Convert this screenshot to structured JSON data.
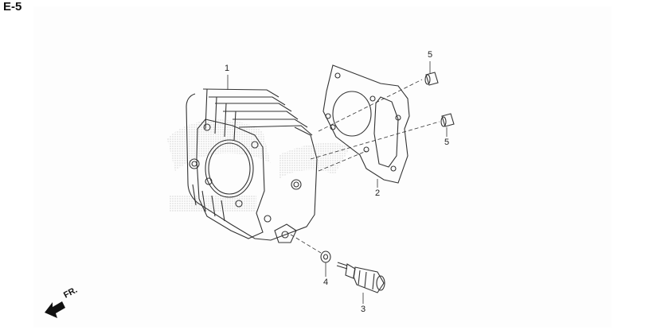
{
  "diagram": {
    "section_code": "E-5",
    "direction_indicator": "FR.",
    "callouts": [
      {
        "id": "1",
        "label": "1",
        "part": "cylinder"
      },
      {
        "id": "2",
        "label": "2",
        "part": "cylinder-gasket"
      },
      {
        "id": "3",
        "label": "3",
        "part": "thermo-sensor"
      },
      {
        "id": "4",
        "label": "4",
        "part": "washer"
      },
      {
        "id": "5a",
        "label": "5",
        "part": "dowel-pin"
      },
      {
        "id": "5b",
        "label": "5",
        "part": "dowel-pin"
      }
    ],
    "colors": {
      "line": "#333333",
      "watermark": "#d6d6d6",
      "panel": "#fdfdfd"
    }
  }
}
